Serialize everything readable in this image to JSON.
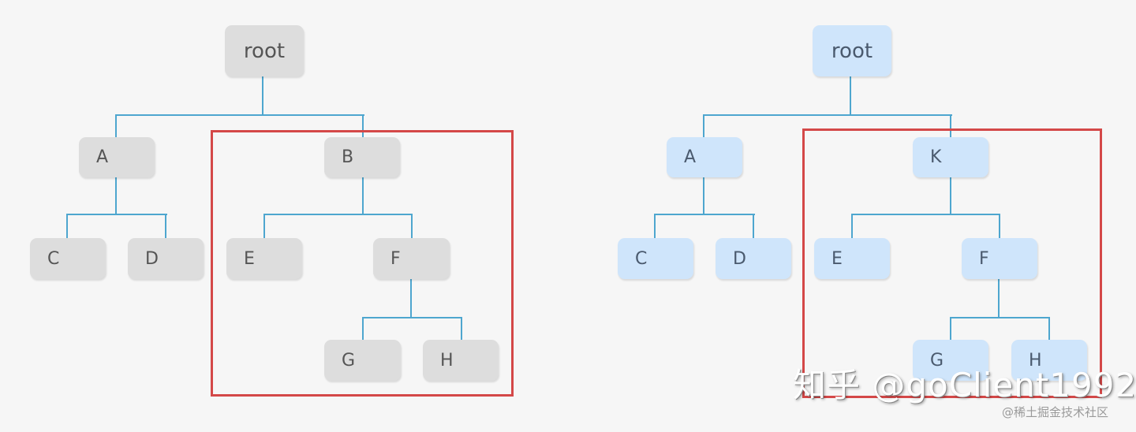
{
  "left_tree": {
    "theme": "gray",
    "nodes": {
      "root": "root",
      "A": "A",
      "B": "B",
      "C": "C",
      "D": "D",
      "E": "E",
      "F": "F",
      "G": "G",
      "H": "H"
    },
    "highlighted_subtree_root": "B"
  },
  "right_tree": {
    "theme": "blue",
    "nodes": {
      "root": "root",
      "A": "A",
      "K": "K",
      "C": "C",
      "D": "D",
      "E": "E",
      "F": "F",
      "G": "G",
      "H": "H"
    },
    "highlighted_subtree_root": "K"
  },
  "colors": {
    "background": "#f6f6f6",
    "gray_node": "#dddddd",
    "blue_node": "#cfe5fb",
    "connector": "#4ea6cf",
    "highlight_box": "#d44848"
  },
  "watermark": {
    "main": "知乎 @goClient1992",
    "secondary": "@稀土掘金技术社区"
  }
}
